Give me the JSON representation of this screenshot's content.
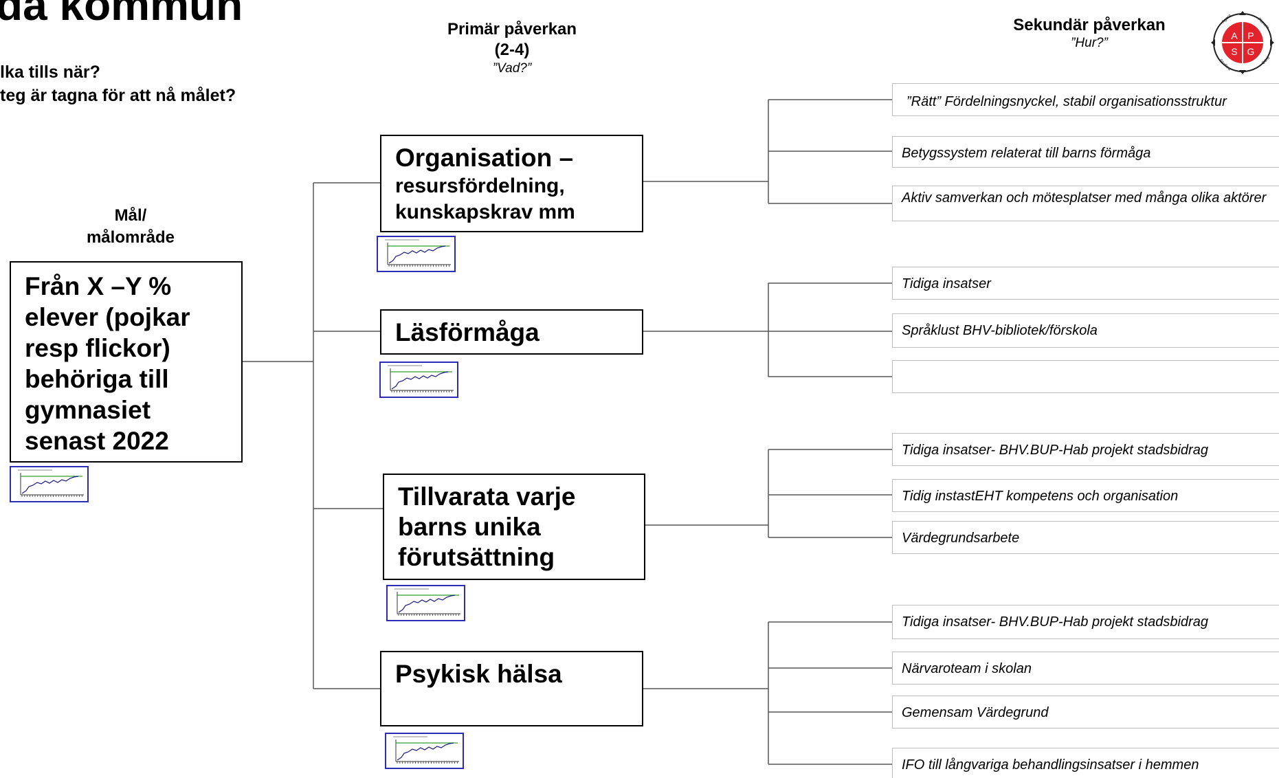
{
  "header": {
    "title_fragment": "da kommun",
    "question_1": "lka tills när?",
    "question_2": "teg är tagna för att nå målet?",
    "primary": {
      "label": "Primär påverkan",
      "range": "(2-4)",
      "sub": "”Vad?”"
    },
    "secondary": {
      "label": "Sekundär påverkan",
      "sub": "”Hur?”"
    }
  },
  "logo": {
    "letters": [
      "A",
      "P",
      "S",
      "G"
    ],
    "ring_labels": [
      "Agera",
      "Planera",
      "Göra",
      "Studera"
    ],
    "color": "#e3232b"
  },
  "goal": {
    "label_line1": "Mål/",
    "label_line2": "målområde",
    "lines": [
      "Från X –Y %",
      "elever (pojkar",
      "resp flickor)",
      "behöriga till",
      "gymnasiet",
      "senast 2022"
    ]
  },
  "primary_nodes": [
    {
      "title": "Organisation –",
      "desc_lines": [
        "resursfördelning,",
        "kunskapskrav mm"
      ]
    },
    {
      "title": "Läsförmåga",
      "desc_lines": []
    },
    {
      "title_lines": [
        "Tillvarata varje",
        "barns unika",
        "förutsättning"
      ]
    },
    {
      "title": "Psykisk hälsa",
      "desc_lines": []
    }
  ],
  "secondary_groups": [
    {
      "items": [
        "”Rätt” Fördelningsnyckel, stabil  organisationsstruktur",
        "Betygssystem relaterat till barns förmåga",
        "Aktiv samverkan och mötesplatser med  många olika aktörer"
      ]
    },
    {
      "items": [
        "Tidiga insatser",
        "Språklust BHV-bibliotek/förskola",
        ""
      ]
    },
    {
      "items": [
        "Tidiga insatser- BHV.BUP-Hab projekt stadsbidrag",
        "Tidig instastEHT kompetens och organisation",
        "Värdegrundsarbete"
      ]
    },
    {
      "items": [
        "Tidiga insatser- BHV.BUP-Hab projekt stadsbidrag",
        "Närvaroteam i skolan",
        "Gemensam Värdegrund",
        "IFO till långvariga behandlingsinsatser i hemmen"
      ]
    }
  ],
  "colors": {
    "thumb_border": "#2c2cb8",
    "thumb_line": "#1a1a8a",
    "thumb_target": "#2e9e2e",
    "wire": "#555555",
    "item_border": "#bdbdbd"
  }
}
